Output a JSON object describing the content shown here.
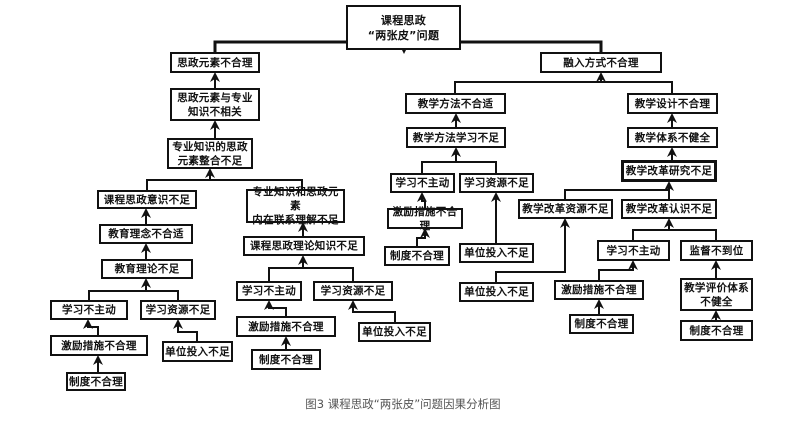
{
  "diagram": {
    "type": "cause-effect tree",
    "caption": "图3 课程思政“两张皮”问题因果分析图",
    "nodes": [
      {
        "id": "root",
        "label": "课程思政\n“两张皮”问题",
        "parent": null
      },
      {
        "id": "A",
        "label": "思政元素不合理",
        "parent": "root"
      },
      {
        "id": "B",
        "label": "融入方式不合理",
        "parent": "root"
      },
      {
        "id": "A1",
        "label": "思政元素与专业\n知识不相关",
        "parent": "A"
      },
      {
        "id": "A2",
        "label": "专业知识的思政\n元素整合不足",
        "parent": "A1"
      },
      {
        "id": "A3",
        "label": "课程思政意识不足",
        "parent": "A2"
      },
      {
        "id": "A4",
        "label": "专业知识和思政元素\n内在联系理解不足",
        "parent": "A2"
      },
      {
        "id": "A3a",
        "label": "教育理念不合适",
        "parent": "A3"
      },
      {
        "id": "A3b",
        "label": "教育理论不足",
        "parent": "A3a"
      },
      {
        "id": "A3c",
        "label": "学习不主动",
        "parent": "A3b"
      },
      {
        "id": "A3d",
        "label": "学习资源不足",
        "parent": "A3b"
      },
      {
        "id": "A3e",
        "label": "激励措施不合理",
        "parent": "A3c"
      },
      {
        "id": "A3f",
        "label": "单位投入不足",
        "parent": "A3d"
      },
      {
        "id": "A3g",
        "label": "制度不合理",
        "parent": "A3e"
      },
      {
        "id": "A4a",
        "label": "课程思政理论知识不足",
        "parent": "A4"
      },
      {
        "id": "A4b",
        "label": "学习不主动",
        "parent": "A4a"
      },
      {
        "id": "A4c",
        "label": "学习资源不足",
        "parent": "A4a"
      },
      {
        "id": "A4d",
        "label": "激励措施不合理",
        "parent": "A4b"
      },
      {
        "id": "A4e",
        "label": "单位投入不足",
        "parent": "A4c"
      },
      {
        "id": "A4f",
        "label": "制度不合理",
        "parent": "A4d"
      },
      {
        "id": "B1",
        "label": "教学方法不合适",
        "parent": "B"
      },
      {
        "id": "B2",
        "label": "教学方法学习不足",
        "parent": "B1"
      },
      {
        "id": "B3",
        "label": "学习不主动",
        "parent": "B2"
      },
      {
        "id": "B4",
        "label": "学习资源不足",
        "parent": "B2"
      },
      {
        "id": "B5",
        "label": "激励措施不合理",
        "parent": "B3"
      },
      {
        "id": "B6",
        "label": "制度不合理",
        "parent": "B5"
      },
      {
        "id": "B7",
        "label": "单位投入不足",
        "parent": "B4"
      },
      {
        "id": "C1",
        "label": "教学设计不合理",
        "parent": "B"
      },
      {
        "id": "C2",
        "label": "教学体系不健全",
        "parent": "C1"
      },
      {
        "id": "C3",
        "label": "教学改革研究不足",
        "parent": "C2"
      },
      {
        "id": "C4",
        "label": "教学改革资源不足",
        "parent": "C3"
      },
      {
        "id": "C5",
        "label": "教学改革认识不足",
        "parent": "C3"
      },
      {
        "id": "B8",
        "label": "单位投入不足",
        "parent": "C4"
      },
      {
        "id": "C6",
        "label": "学习不主动",
        "parent": "C5"
      },
      {
        "id": "C7",
        "label": "监督不到位",
        "parent": "C5"
      },
      {
        "id": "C8",
        "label": "激励措施不合理",
        "parent": "C6"
      },
      {
        "id": "C9",
        "label": "教学评价体系\n不健全",
        "parent": "C7"
      },
      {
        "id": "C10",
        "label": "制度不合理",
        "parent": "C8"
      },
      {
        "id": "C11",
        "label": "制度不合理",
        "parent": "C9"
      }
    ]
  }
}
